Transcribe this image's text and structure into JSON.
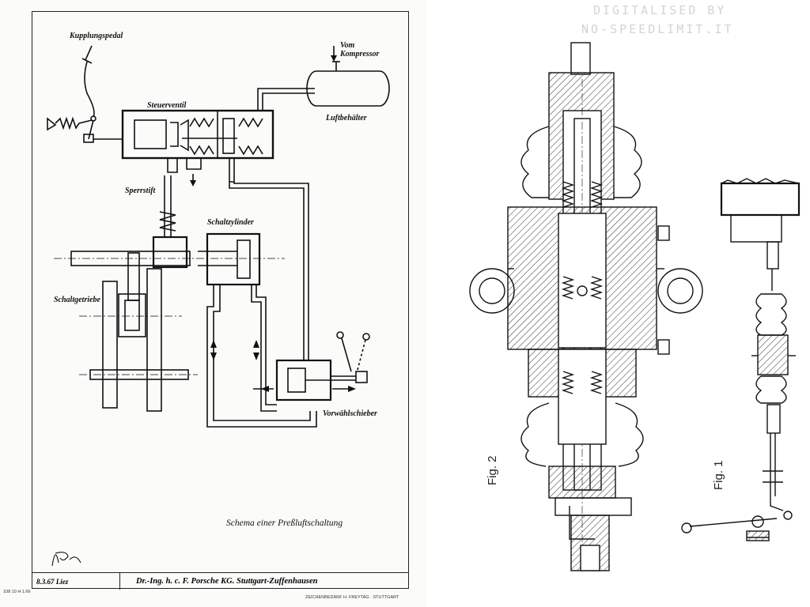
{
  "left_sheet": {
    "labels": {
      "clutch_pedal": "Kupplungspedal",
      "from_compressor": "Vom Kompressor",
      "control_valve": "Steuerventil",
      "air_tank": "Luftbehälter",
      "locking_pin": "Sperrstift",
      "shift_cylinder": "Schaltzylinder",
      "gearbox": "Schaltgetriebe",
      "preselector_valve": "Vorwählschieber",
      "schema_title": "Schema einer Preßluftschaltung"
    },
    "signature": "Re",
    "title_block": {
      "date_sign": "8.3.67 Liez",
      "company": "Dr.-Ing. h. c. F. Porsche KG. Stuttgart-Zuffenhausen",
      "paper_code": "108 10 H 1.66",
      "supplier": "ZEICHENBEDARF H. FREYTAG · STUTTGART"
    }
  },
  "right_sheet": {
    "watermark_line1": "DIGITALISED BY",
    "watermark_line2": "NO-SPEEDLIMIT.IT",
    "fig2_label": "Fig. 2",
    "fig1_label": "Fig. 1"
  }
}
